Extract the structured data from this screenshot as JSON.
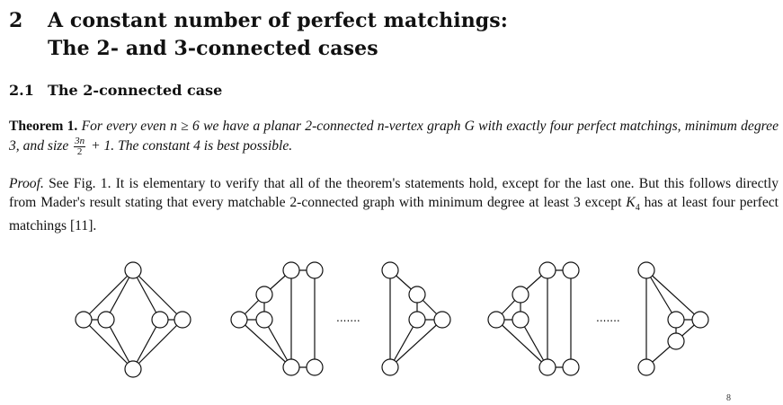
{
  "section": {
    "number": "2",
    "title_line1": "A constant number of perfect matchings:",
    "title_line2": "The 2- and 3-connected cases"
  },
  "subsection": {
    "number": "2.1",
    "title": "The 2-connected case"
  },
  "theorem": {
    "label": "Theorem 1.",
    "text_a": "For every even ",
    "n1": "n",
    "text_b": " ≥ 6 we have a planar 2-connected ",
    "n2": "n",
    "text_c": "-vertex graph ",
    "G": "G",
    "text_d": " with exactly four perfect matchings, minimum degree 3, and size ",
    "frac_num": "3n",
    "frac_den": "2",
    "text_e": " + 1. The constant 4 is best possible."
  },
  "proof": {
    "label": "Proof.",
    "text_a": " See Fig. 1. It is elementary to verify that all of the theorem's statements hold, except for the last one. But this follows directly from Mader's result stating that every matchable 2-connected graph with minimum degree at least 3 except ",
    "K": "K",
    "K_sub": "4",
    "text_b": " has at least four perfect matchings [11]."
  },
  "figure": {
    "ellipsis_1": ".......",
    "ellipsis_2": "......."
  },
  "page_mark": "8"
}
